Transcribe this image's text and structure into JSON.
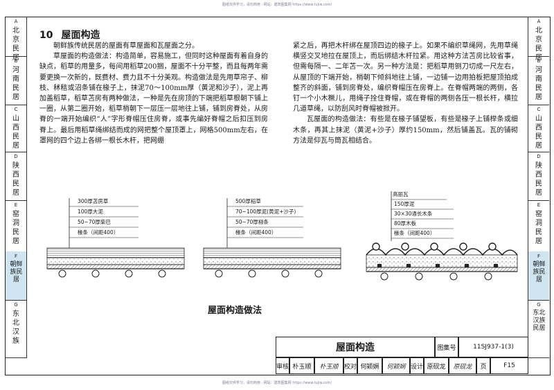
{
  "watermark_top": "图纸仅供学习，请勿商用 · 网站：建筑图集网 https://www.tujiw.com/",
  "watermark_bottom": "图纸仅供学习，请勿商用 · 网站：建筑图集网 https://www.tujiw.com/",
  "section": {
    "number": "10",
    "title": "屋面构造"
  },
  "body_left": [
    "朝鲜族传统民居的屋面有草屋面和瓦屋面之分。",
    "草屋面的构造做法：构造简单，容易施工，但同时这种屋面有着自身的缺点，稻草的用量多，每间用稻草200捆，屋面不十分平整，而且每两年需要更换一次新的，既费材、费力且不十分美观。构造做法是先用草帘子、柳枝、秫秸或沼条铺在椽子上，抹泥70～100mm厚（黄泥和沙子），泥上再加盖稻草，稻草苫房有两种做法，一种是先在房顶的下端把稻草根朝下铺上一圈，从第二圈开始，稻草梢朝下一层压一层地往上铺，铺到房脊处，从房脊的一端开始编织“人”字形脊帽压住房脊，或事先编好脊帽之后扣压到房脊上。最后用稻草绳绑结而成的网把整个屋顶罩上，网格500mm左右，在罩网的四个边上各绑一根长木杆，把网绷"
  ],
  "body_right": [
    "紧之后，再把木杆绑在屋顶四边的椽子上。如果不编织草绳网，先用草绳横竖交叉地拉在屋顶上，而后绑结木杆拉紧。用这种方法苫房比较省事，但需每隔一、二年苫一次。另一种方法是：把稻草用铡刀切成一尺左右，从屋顶的下端开始，梢朝下倾斜地往上铺，一边铺一边用拍板把屋顶拍成整齐的斜面，铺到房脊处，编织脊帽压在房脊上。在脊帽两端的两侧，各钉一个小木橛儿，用绳子拴住脊帽，或在脊帽的两侧各压一根长杆，横拉几道草绳，以防刮风时脊帽被掀开。",
    "瓦屋面的构造做法：有些是在椽子铺望板，有些是椽子上铺榉条或细木条，再其上抹泥（黄泥+沙子）厚约150mm，然后铺盖瓦。瓦的铺砌方法是仰瓦与筒瓦相结合。"
  ],
  "diagrams": [
    {
      "layers": [
        "300厚苫房草",
        "100厚大泥",
        "50~70厚柴巴",
        "椽条（间距400）"
      ]
    },
    {
      "layers": [
        "500厚稻草",
        "70~100厚泥(黄泥+沙子)",
        "50~70厚柳条",
        "椽条（间距400）"
      ]
    },
    {
      "layers": [
        "高丽瓦",
        "150厚泥",
        "30×30通长木条",
        "80厚木板",
        "椽条（间距400）"
      ]
    }
  ],
  "figure_caption": "屋面构造做法",
  "tabs_left": [
    {
      "letter": "A",
      "name": "北京民居",
      "active": false
    },
    {
      "letter": "B",
      "name": "河南民居",
      "active": false
    },
    {
      "letter": "C",
      "name": "山西民居",
      "active": false
    },
    {
      "letter": "D",
      "name": "陕西民居",
      "active": false
    },
    {
      "letter": "E",
      "name": "窑洞民居",
      "active": false
    },
    {
      "letter": "F",
      "name": "朝鲜族民居",
      "active": true
    },
    {
      "letter": "G",
      "name": "东北汉族",
      "active": false
    }
  ],
  "tabs_right": [
    {
      "letter": "A",
      "name": "北京民居",
      "active": false
    },
    {
      "letter": "B",
      "name": "河南民居",
      "active": false
    },
    {
      "letter": "C",
      "name": "山西民居",
      "active": false
    },
    {
      "letter": "D",
      "name": "陕西民居",
      "active": false
    },
    {
      "letter": "E",
      "name": "窑洞民居",
      "active": false
    },
    {
      "letter": "F",
      "name": "朝鲜族民居",
      "active": true
    },
    {
      "letter": "G",
      "name": "东北汉族民居",
      "active": false
    }
  ],
  "title_block": {
    "drawing_name": "屋面构造",
    "atlas_label": "图集号",
    "atlas_number": "11SJ937-1(3)",
    "review_label": "审核",
    "reviewer": "朴玉顺",
    "reviewer_sig": "朴玉顺",
    "check_label": "校对",
    "checker": "何颖娴",
    "checker_sig": "何颖娴",
    "design_label": "设计",
    "designer": "原砚龙",
    "designer_sig": "原砚龙",
    "page_label": "页",
    "page_number": "F15"
  },
  "colors": {
    "active_tab": "#cfe6f2",
    "line": "#222222"
  }
}
